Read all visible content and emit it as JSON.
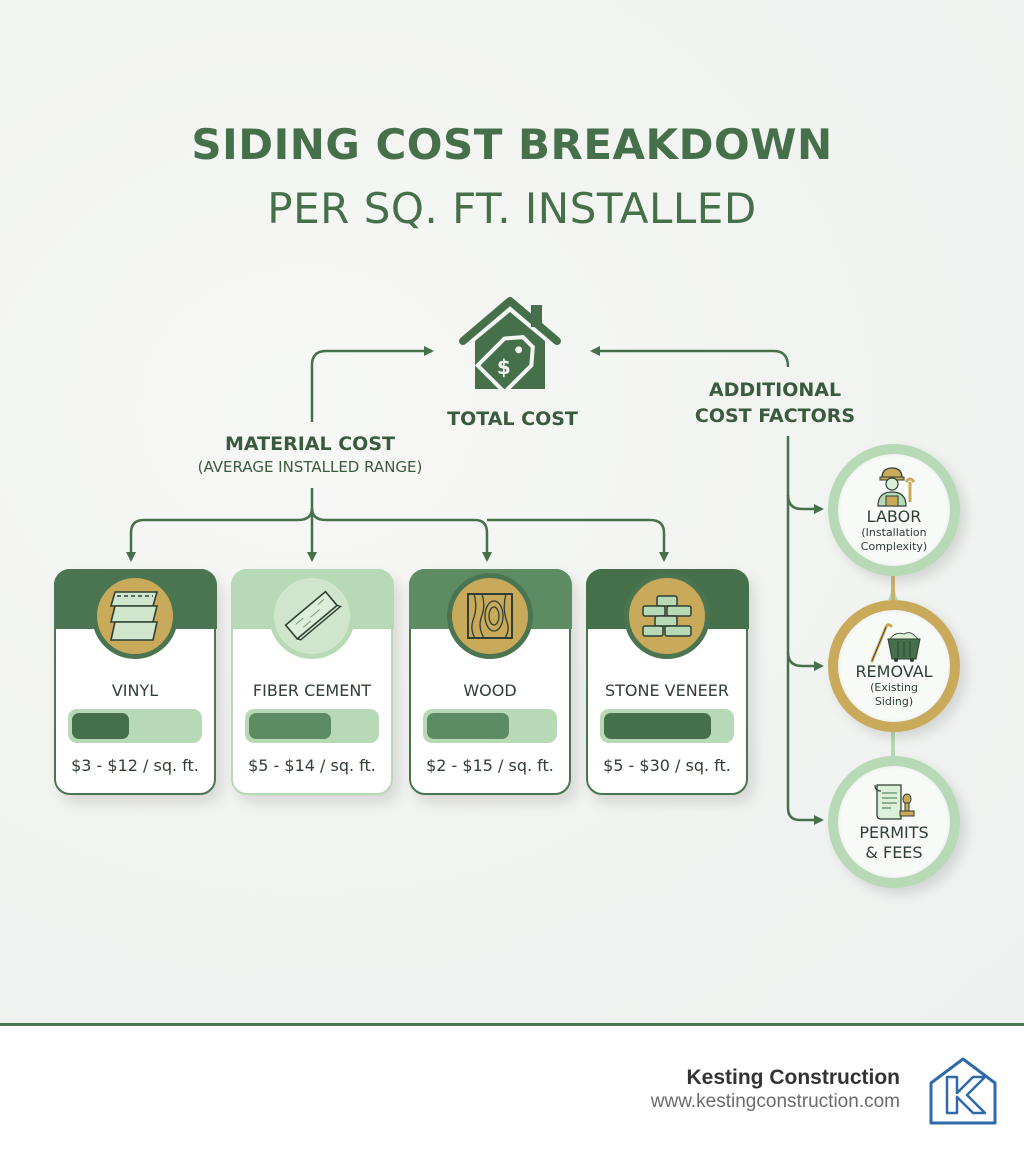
{
  "header": {
    "title": "SIDING COST BREAKDOWN",
    "subtitle": "PER SQ. FT. INSTALLED"
  },
  "diagram": {
    "total": {
      "label": "TOTAL COST",
      "icon": "house-price-tag-icon"
    },
    "material": {
      "label": "MATERIAL COST",
      "sublabel": "(AVERAGE INSTALLED RANGE)"
    },
    "additional": {
      "label_line1": "ADDITIONAL",
      "label_line2": "COST FACTORS"
    }
  },
  "materials": [
    {
      "name": "VINYL",
      "price": "$3 - $12 / sq. ft.",
      "icon": "vinyl-siding-icon",
      "fill_pct": 45,
      "header_color": "#4a7550",
      "circle_color": "#c9a95a",
      "fill_color": "#45704a"
    },
    {
      "name": "FIBER CEMENT",
      "price": "$5 - $14 / sq. ft.",
      "icon": "fiber-cement-plank-icon",
      "fill_pct": 65,
      "header_color": "#b7d9b5",
      "circle_color": "#cfe6cc",
      "fill_color": "#5e8c62"
    },
    {
      "name": "WOOD",
      "price": "$2 - $15 / sq. ft.",
      "icon": "wood-grain-icon",
      "fill_pct": 65,
      "header_color": "#5e8c62",
      "circle_color": "#c9a95a",
      "fill_color": "#5e8c62"
    },
    {
      "name": "STONE VENEER",
      "price": "$5 - $30 / sq. ft.",
      "icon": "stone-bricks-icon",
      "fill_pct": 85,
      "header_color": "#45704a",
      "circle_color": "#c9a95a",
      "fill_color": "#45704a"
    }
  ],
  "factors": [
    {
      "title": "LABOR",
      "subtitle_line1": "(Installation",
      "subtitle_line2": "Complexity)",
      "icon": "worker-wrench-icon",
      "ring_color": "#b7d9b5"
    },
    {
      "title": "REMOVAL",
      "subtitle_line1": "(Existing",
      "subtitle_line2": "Siding)",
      "icon": "crowbar-dumpster-icon",
      "ring_color": "#c9a95a"
    },
    {
      "title_line1": "PERMITS",
      "title_line2": "& FEES",
      "icon": "permit-scroll-stamp-icon",
      "ring_color": "#b7d9b5"
    }
  ],
  "footer": {
    "brand": "Kesting Construction",
    "url": "www.kestingconstruction.com",
    "logo_icon": "k-house-logo-icon"
  },
  "colors": {
    "primary_green": "#45704a",
    "light_green": "#b7d9b5",
    "gold": "#c9a95a",
    "logo_blue": "#2f6aa8"
  }
}
